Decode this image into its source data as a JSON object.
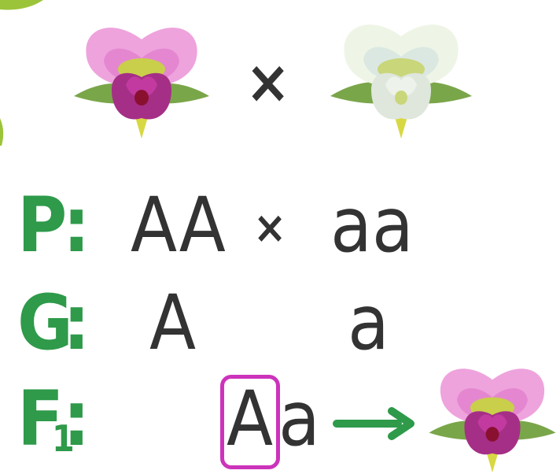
{
  "colors": {
    "label_green": "#2e9a4a",
    "text_dark": "#333333",
    "highlight_magenta": "#cc33bb",
    "purple_flower_petal": "#e98fd6",
    "purple_flower_keel": "#a52f86",
    "white_flower_petal": "#eaf2e2",
    "leaf_green": "#7aa64a",
    "center_yellow": "#c9cf4a"
  },
  "top_row": {
    "left_flower_icon": "purple-flower-icon",
    "cross_symbol": "×",
    "right_flower_icon": "white-flower-icon"
  },
  "rows": {
    "p": {
      "label": "P",
      "colon": ":",
      "left": "AA",
      "cross": "×",
      "right": "aa"
    },
    "g": {
      "label": "G",
      "colon": ":",
      "left": "A",
      "right": "a"
    },
    "f1": {
      "label": "F",
      "subscript": "1",
      "colon": ":",
      "dominant_allele": "A",
      "recessive_allele": "a",
      "arrow_icon": "right-arrow-icon",
      "result_flower_icon": "purple-flower-icon"
    }
  }
}
